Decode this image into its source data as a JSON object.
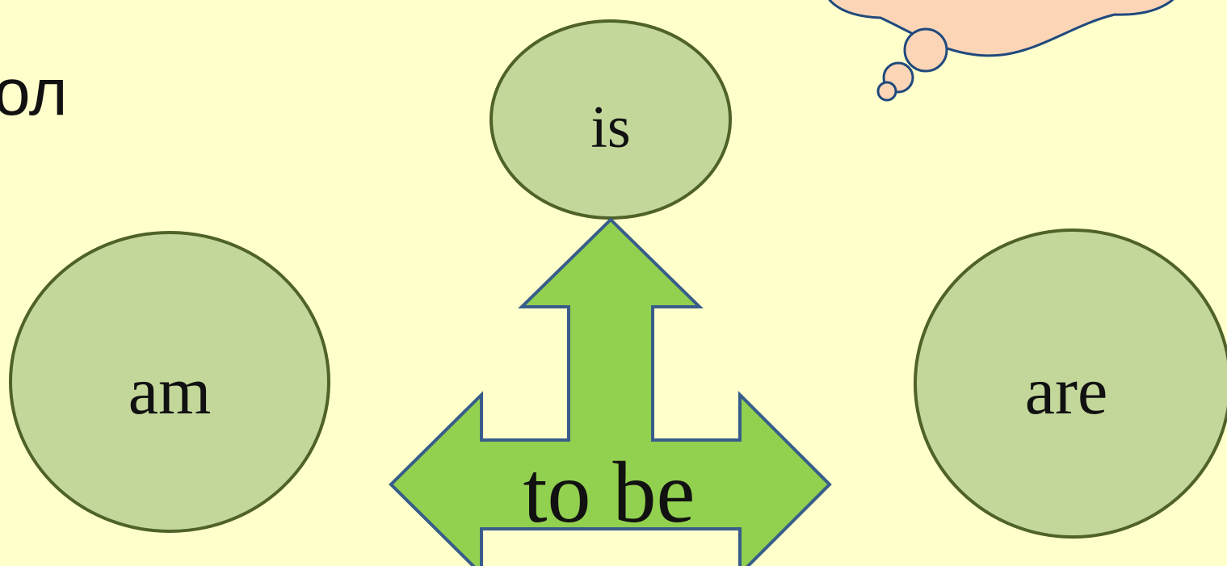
{
  "slide": {
    "partial_heading": "ол",
    "center_label": "to be",
    "bubbles": {
      "top": "is",
      "left": "am",
      "right": "are"
    }
  },
  "colors": {
    "background": "#FFFFCC",
    "bubble_fill": "#C4D79B",
    "bubble_stroke": "#4F6228",
    "arrow_fill": "#92D050",
    "arrow_stroke": "#385D8A",
    "thought_cloud_fill": "#FBD5B5",
    "thought_cloud_stroke": "#1F497D"
  },
  "icons": {
    "thought_cloud": "thought-cloud-icon",
    "arrow": "three-way-arrow-icon"
  }
}
